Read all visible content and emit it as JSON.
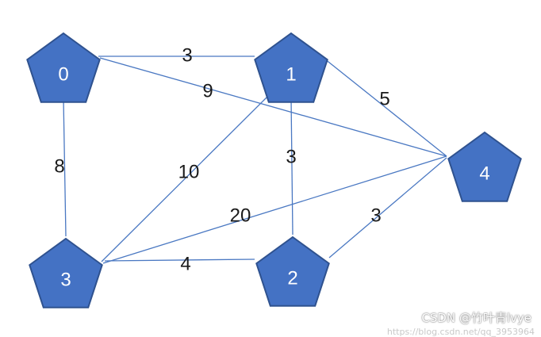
{
  "graph": {
    "node_color": "#4472c4",
    "node_border_color": "#2f528f",
    "edge_color": "#4a78c2",
    "nodes": [
      {
        "id": "0",
        "label": "0"
      },
      {
        "id": "1",
        "label": "1"
      },
      {
        "id": "2",
        "label": "2"
      },
      {
        "id": "3",
        "label": "3"
      },
      {
        "id": "4",
        "label": "4"
      }
    ],
    "edges": [
      {
        "from": "0",
        "to": "1",
        "weight": "3"
      },
      {
        "from": "0",
        "to": "4",
        "weight": "9"
      },
      {
        "from": "1",
        "to": "4",
        "weight": "5"
      },
      {
        "from": "0",
        "to": "3",
        "weight": "8"
      },
      {
        "from": "1",
        "to": "3",
        "weight": "10"
      },
      {
        "from": "1",
        "to": "2",
        "weight": "3"
      },
      {
        "from": "3",
        "to": "4",
        "weight": "20"
      },
      {
        "from": "2",
        "to": "4",
        "weight": "3"
      },
      {
        "from": "3",
        "to": "2",
        "weight": "4"
      }
    ]
  },
  "watermark": {
    "text": "CSDN @竹叶青lvye",
    "url_text": "https://blog.csdn.net/qq_3953964"
  }
}
